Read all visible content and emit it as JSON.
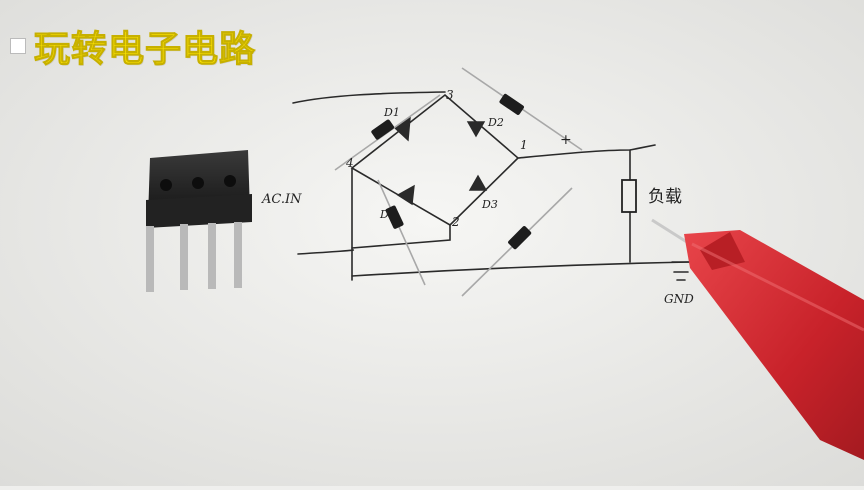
{
  "title": "玩转电子电路",
  "labels": {
    "ac_in": "AC.IN",
    "d1": "D1",
    "d2": "D2",
    "d3": "D3",
    "d4": "D",
    "node1": "1",
    "node2": "2",
    "node3": "3",
    "node4": "4",
    "plus": "+",
    "load": "负载",
    "gnd": "GND"
  },
  "colors": {
    "paper": "#efefed",
    "title_yellow": "#ffe600",
    "ink": "#222222",
    "probe_red": "#d0282d",
    "bridge_body": "#1e1e1e",
    "lead_silver": "#b9b9b9"
  }
}
